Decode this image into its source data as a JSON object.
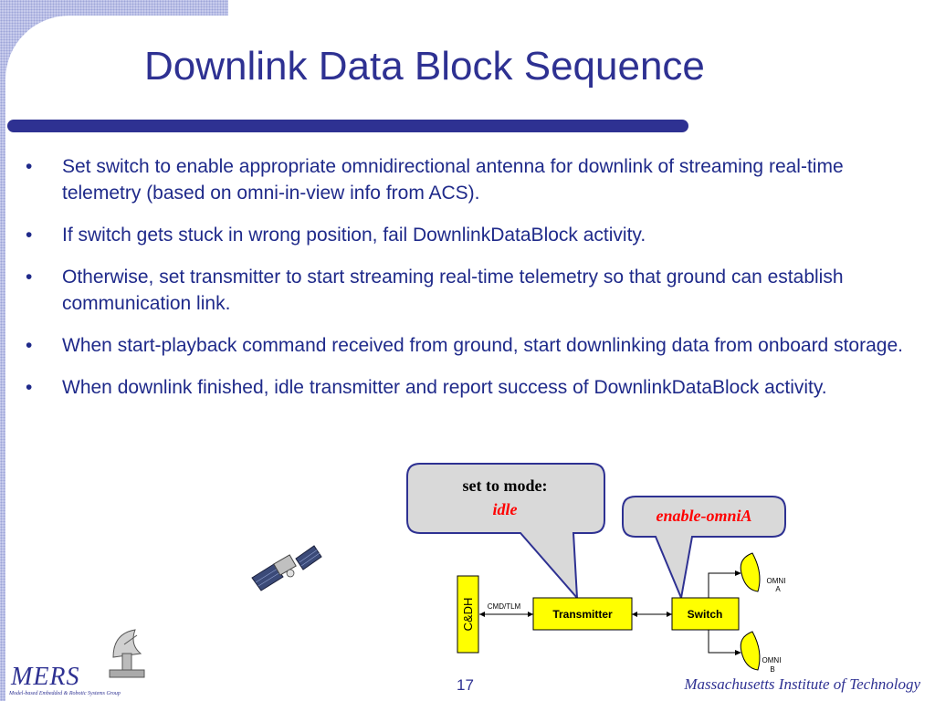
{
  "slide": {
    "title": "Downlink Data Block Sequence",
    "bullets": [
      "Set switch to enable appropriate omnidirectional antenna for downlink of streaming real-time telemetry (based on omni-in-view info from ACS).",
      "If switch gets stuck in wrong position, fail DownlinkDataBlock activity.",
      "Otherwise, set transmitter to start streaming real-time telemetry so that ground can establish communication link.",
      "When start-playback command received from ground, start downlinking data from onboard storage.",
      "When downlink finished, idle transmitter and report success of DownlinkDataBlock activity."
    ],
    "page_number": "17",
    "footer_institution": "Massachusetts Institute of Technology"
  },
  "logo": {
    "name": "MERS",
    "tagline": "Model-based Embedded & Robotic Systems Group"
  },
  "diagram": {
    "callout_transmitter_line1": "set to mode:",
    "callout_transmitter_line2": "idle",
    "callout_switch": "enable-omniA",
    "cdh_label": "C&DH",
    "link_label": "CMD/TLM",
    "transmitter_label": "Transmitter",
    "switch_label": "Switch",
    "omni_a_line1": "OMNI",
    "omni_a_line2": "A",
    "omni_b_line1": "OMNI",
    "omni_b_line2": "B"
  },
  "colors": {
    "title": "#2e3192",
    "body_text": "#1f2a8a",
    "block_fill": "#ffff00",
    "callout_fill": "#d9d9d9",
    "highlight_text": "#ff0000"
  }
}
